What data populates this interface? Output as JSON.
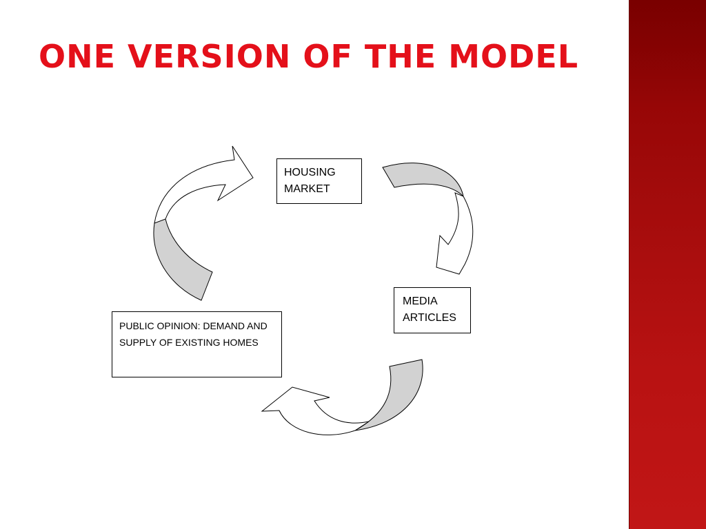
{
  "slide": {
    "title": "ONE VERSION OF THE MODEL",
    "accent_color": "#e4101a",
    "band_color": "#a10b0b"
  },
  "diagram": {
    "type": "cycle",
    "nodes": [
      {
        "id": "housing",
        "text": "HOUSING MARKET"
      },
      {
        "id": "media",
        "text": "MEDIA ARTICLES"
      },
      {
        "id": "public",
        "text": "PUBLIC  OPINION: DEMAND AND SUPPLY OF EXISTING HOMES"
      }
    ],
    "edges": [
      {
        "from": "housing",
        "to": "media",
        "shape": "curved-arrow"
      },
      {
        "from": "media",
        "to": "public",
        "shape": "curved-arrow"
      },
      {
        "from": "public",
        "to": "housing",
        "shape": "curved-arrow"
      }
    ]
  }
}
